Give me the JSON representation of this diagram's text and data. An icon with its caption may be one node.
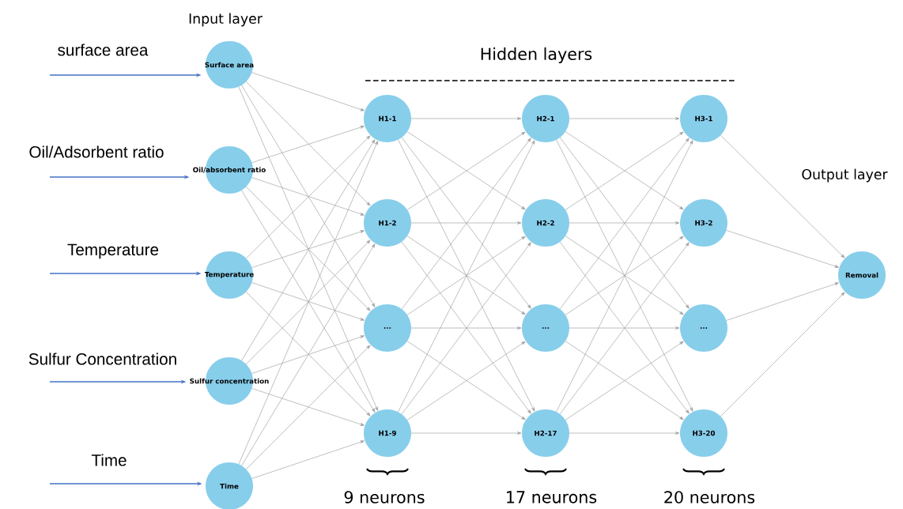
{
  "diagram": {
    "nodes": [
      {
        "text": [
          "Surface area"
        ]
      },
      {
        "text": [
          "Oil/absorbent ratio"
        ]
      },
      {
        "text": [
          "Temperature"
        ]
      },
      {
        "text": [
          "Sulfur concentration"
        ]
      },
      {
        "text": [
          "Time"
        ]
      },
      {
        "text": [
          "H1-1"
        ]
      },
      {
        "text": [
          "H1-2"
        ]
      },
      {
        "text": [
          "..."
        ]
      },
      {
        "text": [
          "H1-9"
        ]
      },
      {
        "text": [
          "H2-1"
        ]
      },
      {
        "text": [
          "H2-2"
        ]
      },
      {
        "text": [
          "..."
        ]
      },
      {
        "text": [
          "H2-17"
        ]
      },
      {
        "text": [
          "H3-1"
        ]
      },
      {
        "text": [
          "H3-2"
        ]
      },
      {
        "text": [
          "..."
        ]
      },
      {
        "text": [
          "H3-20"
        ]
      },
      {
        "text": [
          "Removal"
        ]
      }
    ],
    "edges": [
      {
        "from": null,
        "to": 0,
        "arrow": "to",
        "label": "surface area",
        "color": "#4472c4"
      },
      {
        "from": null,
        "to": 1,
        "arrow": "to",
        "label": "Oil/Adsorbent ratio",
        "color": "#4472c4"
      },
      {
        "from": null,
        "to": 2,
        "arrow": "to",
        "label": "Temperature",
        "color": "#4472c4"
      },
      {
        "from": null,
        "to": 3,
        "arrow": "to",
        "label": "Sulfur Concentration",
        "color": "#4472c4"
      },
      {
        "from": null,
        "to": 4,
        "arrow": "to",
        "label": "Time",
        "color": "#4472c4"
      },
      {
        "from": 0,
        "to": 5,
        "arrow": "to"
      },
      {
        "from": 0,
        "to": 6,
        "arrow": "to"
      },
      {
        "from": 0,
        "to": 7,
        "arrow": "to"
      },
      {
        "from": 0,
        "to": 8,
        "arrow": "to"
      },
      {
        "from": 1,
        "to": 5,
        "arrow": "to"
      },
      {
        "from": 1,
        "to": 6,
        "arrow": "to"
      },
      {
        "from": 1,
        "to": 7,
        "arrow": "to"
      },
      {
        "from": 1,
        "to": 8,
        "arrow": "to"
      },
      {
        "from": 2,
        "to": 5,
        "arrow": "to"
      },
      {
        "from": 2,
        "to": 6,
        "arrow": "to"
      },
      {
        "from": 2,
        "to": 7,
        "arrow": "to"
      },
      {
        "from": 2,
        "to": 8,
        "arrow": "to"
      },
      {
        "from": 3,
        "to": 5,
        "arrow": "to"
      },
      {
        "from": 3,
        "to": 6,
        "arrow": "to"
      },
      {
        "from": 3,
        "to": 7,
        "arrow": "to"
      },
      {
        "from": 3,
        "to": 8,
        "arrow": "to"
      },
      {
        "from": 4,
        "to": 5,
        "arrow": "to"
      },
      {
        "from": 4,
        "to": 6,
        "arrow": "to"
      },
      {
        "from": 4,
        "to": 7,
        "arrow": "to"
      },
      {
        "from": 4,
        "to": 8,
        "arrow": "to"
      },
      {
        "from": 5,
        "to": 9,
        "arrow": "to"
      },
      {
        "from": 5,
        "to": 10,
        "arrow": "to"
      },
      {
        "from": 5,
        "to": 11,
        "arrow": "to"
      },
      {
        "from": 5,
        "to": 12,
        "arrow": "to"
      },
      {
        "from": 6,
        "to": 9,
        "arrow": "to"
      },
      {
        "from": 6,
        "to": 10,
        "arrow": "to"
      },
      {
        "from": 6,
        "to": 11,
        "arrow": "to"
      },
      {
        "from": 6,
        "to": 12,
        "arrow": "to"
      },
      {
        "from": 7,
        "to": 9,
        "arrow": "to"
      },
      {
        "from": 7,
        "to": 10,
        "arrow": "to"
      },
      {
        "from": 7,
        "to": 11,
        "arrow": "to"
      },
      {
        "from": 7,
        "to": 12,
        "arrow": "to"
      },
      {
        "from": 8,
        "to": 9,
        "arrow": "to"
      },
      {
        "from": 8,
        "to": 10,
        "arrow": "to"
      },
      {
        "from": 8,
        "to": 11,
        "arrow": "to"
      },
      {
        "from": 8,
        "to": 12,
        "arrow": "to"
      },
      {
        "from": 9,
        "to": 13,
        "arrow": "to"
      },
      {
        "from": 9,
        "to": 14,
        "arrow": "to"
      },
      {
        "from": 9,
        "to": 15,
        "arrow": "to"
      },
      {
        "from": 9,
        "to": 16,
        "arrow": "to"
      },
      {
        "from": 10,
        "to": 13,
        "arrow": "to"
      },
      {
        "from": 10,
        "to": 14,
        "arrow": "to"
      },
      {
        "from": 10,
        "to": 15,
        "arrow": "to"
      },
      {
        "from": 10,
        "to": 16,
        "arrow": "to"
      },
      {
        "from": 11,
        "to": 13,
        "arrow": "to"
      },
      {
        "from": 11,
        "to": 14,
        "arrow": "to"
      },
      {
        "from": 11,
        "to": 15,
        "arrow": "to"
      },
      {
        "from": 11,
        "to": 16,
        "arrow": "to"
      },
      {
        "from": 12,
        "to": 13,
        "arrow": "to"
      },
      {
        "from": 12,
        "to": 14,
        "arrow": "to"
      },
      {
        "from": 12,
        "to": 15,
        "arrow": "to"
      },
      {
        "from": 12,
        "to": 16,
        "arrow": "to"
      },
      {
        "from": 13,
        "to": 17,
        "arrow": "to"
      },
      {
        "from": 14,
        "to": 17,
        "arrow": "to"
      },
      {
        "from": 15,
        "to": 17,
        "arrow": "to"
      },
      {
        "from": 16,
        "to": 17,
        "arrow": "to"
      }
    ],
    "labels": [
      "Input layer",
      "Hidden layers",
      "Output layer",
      "9 neurons",
      "17 neurons",
      "20 neurons"
    ]
  }
}
